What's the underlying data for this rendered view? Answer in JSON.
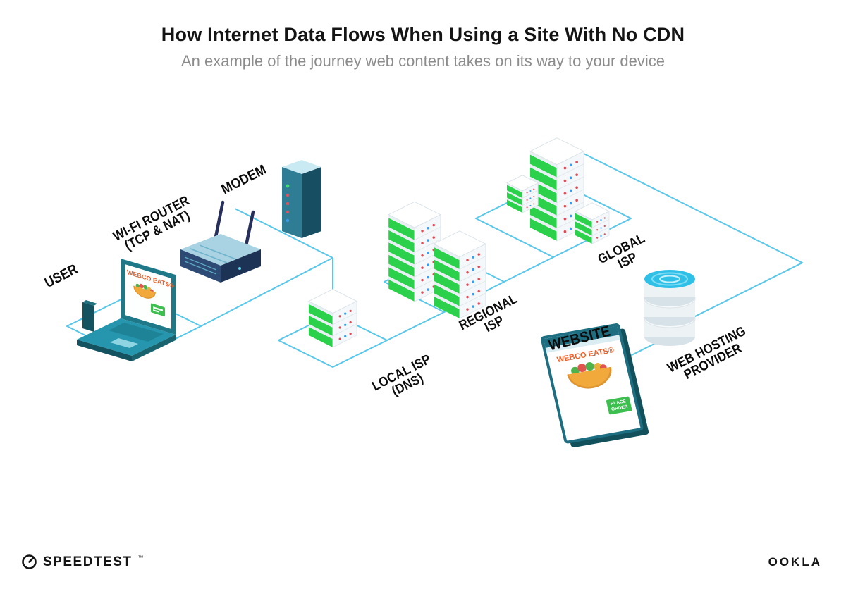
{
  "header": {
    "title": "How Internet Data Flows When Using a Site With No CDN",
    "subtitle": "An example of the journey web content takes on its way to your device"
  },
  "labels": {
    "user": "USER",
    "router_line1": "WI-FI ROUTER",
    "router_line2": "(TCP & NAT)",
    "modem": "MODEM",
    "local_isp_line1": "LOCAL ISP",
    "local_isp_line2": "(DNS)",
    "regional_isp_line1": "REGIONAL",
    "regional_isp_line2": "ISP",
    "global_isp_line1": "GLOBAL",
    "global_isp_line2": "ISP",
    "website": "WEBSITE",
    "hosting_line1": "WEB HOSTING",
    "hosting_line2": "PROVIDER"
  },
  "laptop_screen": {
    "brand": "WEBCO EATS®"
  },
  "website_page": {
    "brand": "WEBCO EATS®",
    "button_line1": "PLACE",
    "button_line2": "ORDER"
  },
  "footer": {
    "speedtest": "SPEEDTEST",
    "speedtest_tm": "™",
    "ookla": "OOKLA"
  },
  "colors": {
    "connection_line": "#58C7E9",
    "server_green": "#2BD14B",
    "device_teal": "#1C6E80",
    "brand_orange": "#E8622C"
  }
}
